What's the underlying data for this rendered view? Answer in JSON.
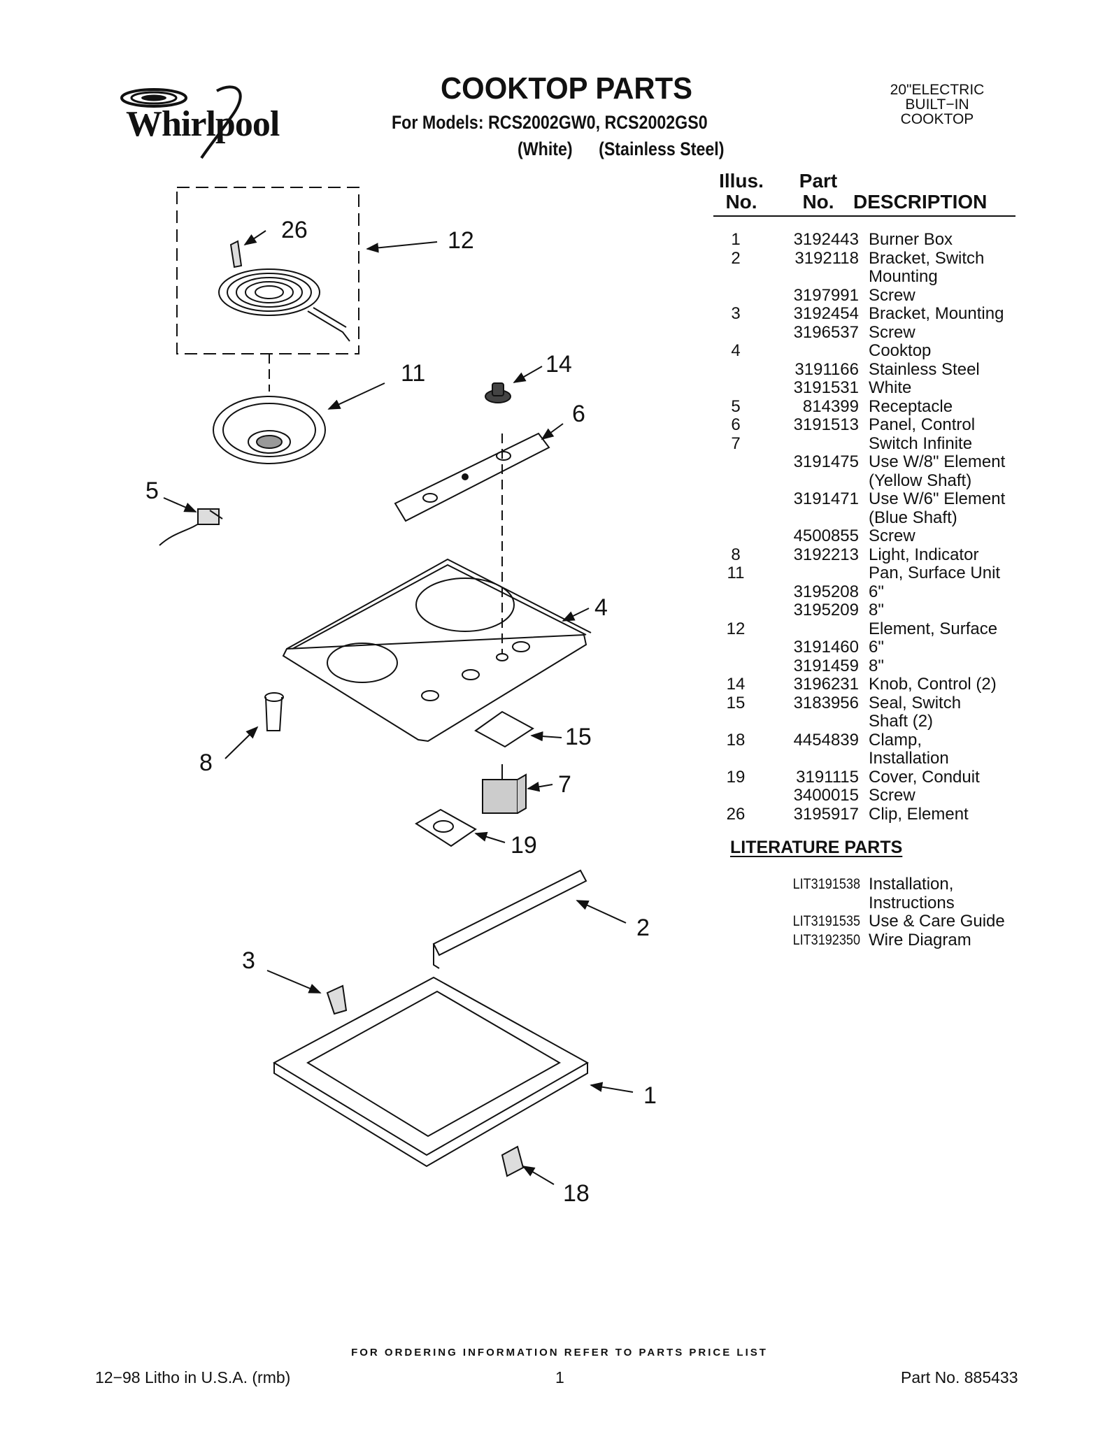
{
  "brand": {
    "name": "Whirlpool",
    "logo_text": "Whirlpool"
  },
  "header": {
    "title": "COOKTOP PARTS",
    "models": "For Models: RCS2002GW0, RCS2002GS0",
    "finish_white": "(White)",
    "finish_stainless": "(Stainless Steel)",
    "product_type_lines": [
      "20\"ELECTRIC",
      "BUILT−IN",
      "COOKTOP"
    ]
  },
  "diagram": {
    "callouts": [
      "26",
      "12",
      "11",
      "14",
      "6",
      "5",
      "4",
      "8",
      "15",
      "7",
      "19",
      "2",
      "3",
      "1",
      "18"
    ]
  },
  "table": {
    "header": {
      "illus_line1": "Illus.",
      "illus_line2": "No.",
      "part_line1": "Part",
      "part_line2": "No.",
      "description": "DESCRIPTION"
    },
    "rows": [
      {
        "illus": "1",
        "part": "3192443",
        "desc": "Burner Box"
      },
      {
        "illus": "2",
        "part": "3192118",
        "desc": "Bracket, Switch"
      },
      {
        "illus": "",
        "part": "",
        "desc": "Mounting"
      },
      {
        "illus": "",
        "part": "3197991",
        "desc": "Screw"
      },
      {
        "illus": "3",
        "part": "3192454",
        "desc": "Bracket, Mounting"
      },
      {
        "illus": "",
        "part": "3196537",
        "desc": "Screw"
      },
      {
        "illus": "4",
        "part": "",
        "desc": "Cooktop"
      },
      {
        "illus": "",
        "part": "3191166",
        "desc": "Stainless Steel"
      },
      {
        "illus": "",
        "part": "3191531",
        "desc": "White"
      },
      {
        "illus": "5",
        "part": "814399",
        "desc": "Receptacle"
      },
      {
        "illus": "6",
        "part": "3191513",
        "desc": "Panel, Control"
      },
      {
        "illus": "7",
        "part": "",
        "desc": "Switch Infinite"
      },
      {
        "illus": "",
        "part": "3191475",
        "desc": "Use W/8\" Element"
      },
      {
        "illus": "",
        "part": "",
        "desc": "(Yellow Shaft)"
      },
      {
        "illus": "",
        "part": "3191471",
        "desc": "Use W/6\" Element"
      },
      {
        "illus": "",
        "part": "",
        "desc": "(Blue Shaft)"
      },
      {
        "illus": "",
        "part": "4500855",
        "desc": "Screw"
      },
      {
        "illus": "8",
        "part": "3192213",
        "desc": "Light, Indicator"
      },
      {
        "illus": "11",
        "part": "",
        "desc": "Pan, Surface Unit"
      },
      {
        "illus": "",
        "part": "3195208",
        "desc": "6\""
      },
      {
        "illus": "",
        "part": "3195209",
        "desc": "8\""
      },
      {
        "illus": "12",
        "part": "",
        "desc": "Element, Surface"
      },
      {
        "illus": "",
        "part": "3191460",
        "desc": "6\""
      },
      {
        "illus": "",
        "part": "3191459",
        "desc": "8\""
      },
      {
        "illus": "14",
        "part": "3196231",
        "desc": "Knob, Control (2)"
      },
      {
        "illus": "15",
        "part": "3183956",
        "desc": "Seal, Switch"
      },
      {
        "illus": "",
        "part": "",
        "desc": "Shaft (2)"
      },
      {
        "illus": "18",
        "part": "4454839",
        "desc": "Clamp,"
      },
      {
        "illus": "",
        "part": "",
        "desc": "Installation"
      },
      {
        "illus": "19",
        "part": "3191115",
        "desc": "Cover, Conduit"
      },
      {
        "illus": "",
        "part": "3400015",
        "desc": "Screw"
      },
      {
        "illus": "26",
        "part": "3195917",
        "desc": "Clip, Element"
      }
    ]
  },
  "literature": {
    "title": "LITERATURE PARTS",
    "rows": [
      {
        "part": "LIT3191538",
        "desc": "Installation,"
      },
      {
        "part": "",
        "desc": "Instructions"
      },
      {
        "part": "LIT3191535",
        "desc": "Use & Care Guide"
      },
      {
        "part": "LIT3192350",
        "desc": "Wire Diagram"
      }
    ]
  },
  "footer": {
    "ordering_note": "FOR ORDERING INFORMATION REFER TO PARTS PRICE LIST",
    "litho": "12−98 Litho in U.S.A. (rmb)",
    "page_number": "1",
    "part_number": "Part No. 885433"
  }
}
